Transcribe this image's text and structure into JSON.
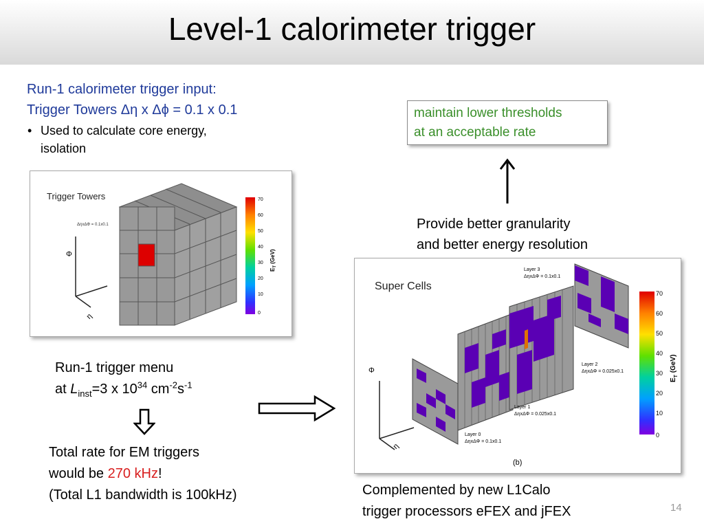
{
  "slide": {
    "title": "Level-1 calorimeter trigger",
    "page_number": "14"
  },
  "left_block": {
    "line1": "Run-1 calorimeter trigger input:",
    "line2": "Trigger Towers Δη x Δϕ = 0.1 x 0.1",
    "bullet_char": "•",
    "bullet_line1": "Used to calculate core energy,",
    "bullet_line2": "isolation"
  },
  "trigger_towers_fig": {
    "title": "Trigger Towers",
    "granularity": "ΔηxΔΦ = 0.1x0.1",
    "phi_label": "Φ",
    "eta_label": "η",
    "colorbar_unit": "E",
    "colorbar_unit_sub": "T",
    "colorbar_unit_tail": " (GeV)",
    "colorbar_ticks": [
      "70",
      "60",
      "50",
      "40",
      "30",
      "20",
      "10",
      "0"
    ]
  },
  "menu_block": {
    "line1": "Run-1 trigger menu",
    "at": "at ",
    "L": "L",
    "L_sub": "inst",
    "eq": "=3 x 10",
    "exp1": "34",
    "unit1": " cm",
    "exp2": "-2",
    "unit2": "s",
    "exp3": "-1"
  },
  "rate_block": {
    "line1": "Total rate for EM triggers",
    "line2_pre": "would be ",
    "line2_rate": "270 kHz",
    "line2_post": "!",
    "line3": "(Total L1 bandwidth is 100kHz)"
  },
  "green_box": {
    "line1": "maintain lower thresholds",
    "line2": "at an acceptable rate"
  },
  "granularity_text": {
    "line1": "Provide better granularity",
    "line2": "and better energy resolution"
  },
  "super_cells_fig": {
    "title": "Super Cells",
    "phi_label": "Φ",
    "eta_label": "η",
    "panel_caption": "(b)",
    "layer3": "Layer 3",
    "layer3_gran": "ΔηxΔΦ = 0.1x0.1",
    "layer2": "Layer 2",
    "layer2_gran": "ΔηxΔΦ = 0.025x0.1",
    "layer1": "Layer 1",
    "layer1_gran": "ΔηxΔΦ = 0.025x0.1",
    "layer0": "Layer 0",
    "layer0_gran": "ΔηxΔΦ = 0.1x0.1",
    "colorbar_unit": "E",
    "colorbar_unit_sub": "T",
    "colorbar_unit_tail": " (GeV)",
    "colorbar_ticks": [
      "70",
      "60",
      "50",
      "40",
      "30",
      "20",
      "10",
      "0"
    ]
  },
  "bottom_right": {
    "line1": "Complemented by new L1Calo",
    "line2": "trigger processors eFEX and jFEX"
  },
  "colors": {
    "heading_blue": "#1f3a9a",
    "green_text": "#3a8f2a",
    "rate_red": "#d81e1e",
    "tower_red": "#dd0000",
    "cell_purple": "#5a00b4"
  }
}
